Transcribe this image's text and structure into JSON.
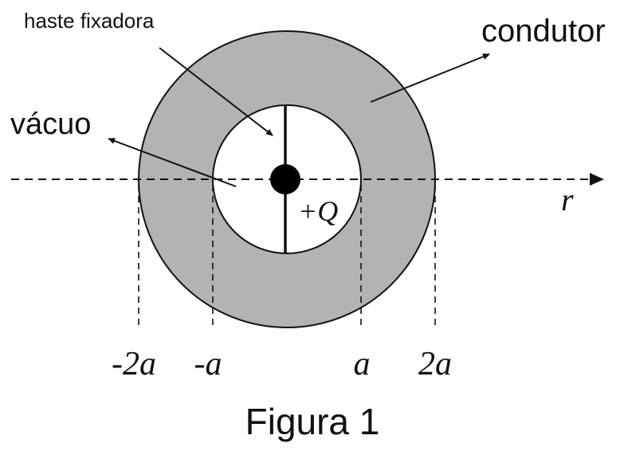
{
  "labels": {
    "rod": "haste fixadora",
    "conductor": "condutor",
    "vacuum": "vácuo",
    "charge": "+Q",
    "axis": "r",
    "caption": "Figura 1"
  },
  "ticks": [
    "-2a",
    "-a",
    "a",
    "2a"
  ],
  "colors": {
    "conductor_fill": "#b3b3b3",
    "stroke": "#111111",
    "background": "#ffffff"
  }
}
